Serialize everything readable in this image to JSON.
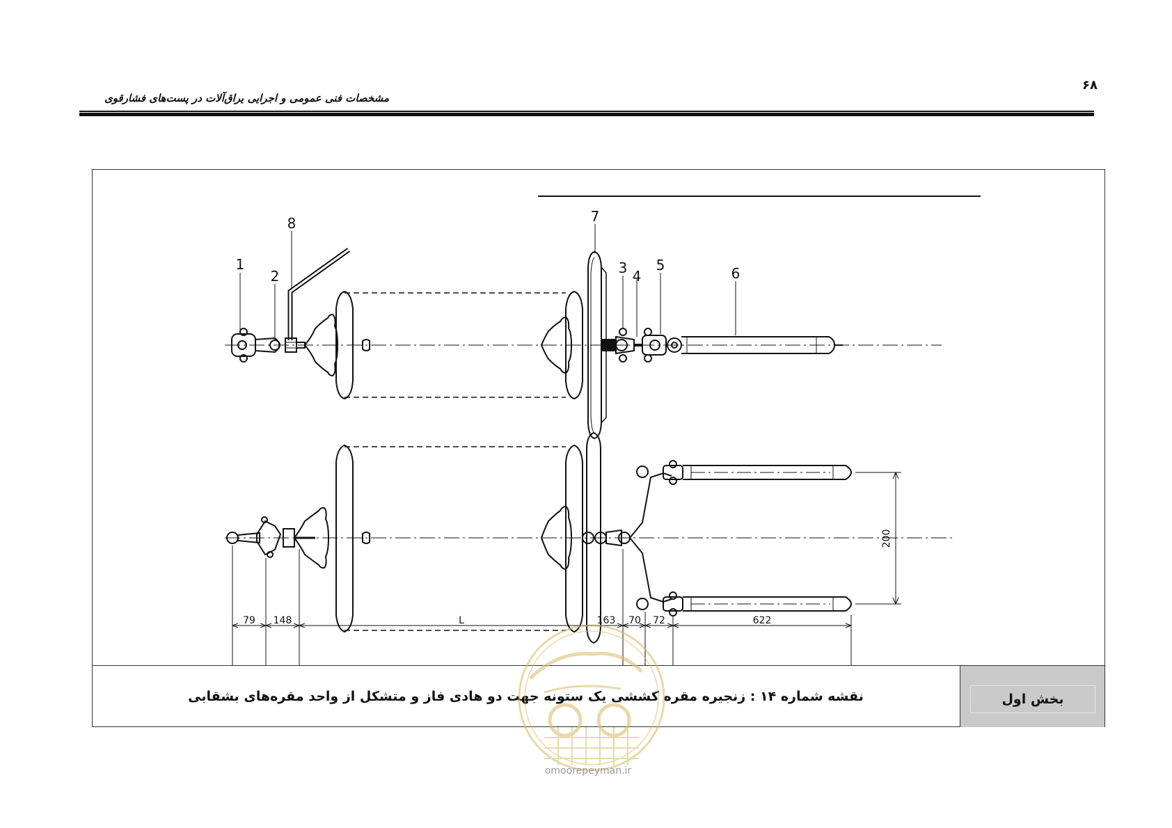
{
  "header": {
    "page_number": "۶۸",
    "title": "مشخصات فنی عمومی و اجرایی یراق‌آلات در پست‌های فشارقوی"
  },
  "figure": {
    "part_labels": [
      "1",
      "2",
      "3",
      "4",
      "5",
      "6",
      "7",
      "8"
    ],
    "dimensions": {
      "d79": "79",
      "d148": "148",
      "dL": "L",
      "d163": "163",
      "d70": "70",
      "d72": "72",
      "d622": "622",
      "d200": "200"
    }
  },
  "caption": {
    "text": "نقشه شماره ۱۴ : زنجیره مقره کششی یک ستونه جهت دو هادی فاز و متشکل از واحد مقره‌های بشقابی",
    "section": "بخش اول"
  },
  "watermark": {
    "url": "omoorepeyman.ir"
  }
}
